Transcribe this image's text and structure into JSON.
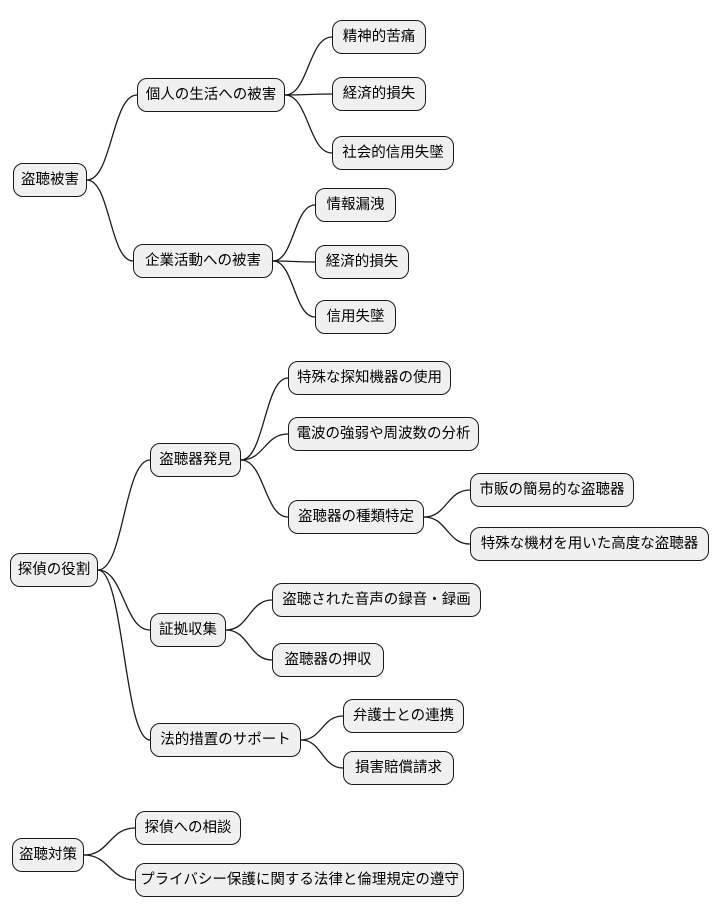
{
  "diagram": {
    "type": "mindmap-flowchart",
    "direction": "left-to-right",
    "colors": {
      "background": "#ffffff",
      "node_fill": "#f0f0f0",
      "node_border": "#1a1a1a",
      "edge_stroke": "#1a1a1a",
      "text": "#000000"
    },
    "nodes": [
      {
        "id": "n1",
        "label": "盗聴被害"
      },
      {
        "id": "n2",
        "label": "個人の生活への被害"
      },
      {
        "id": "n3",
        "label": "精神的苦痛"
      },
      {
        "id": "n4",
        "label": "経済的損失"
      },
      {
        "id": "n5",
        "label": "社会的信用失墜"
      },
      {
        "id": "n6",
        "label": "企業活動への被害"
      },
      {
        "id": "n7",
        "label": "情報漏洩"
      },
      {
        "id": "n8",
        "label": "経済的損失"
      },
      {
        "id": "n9",
        "label": "信用失墜"
      },
      {
        "id": "n10",
        "label": "探偵の役割"
      },
      {
        "id": "n11",
        "label": "盗聴器発見"
      },
      {
        "id": "n12",
        "label": "特殊な探知機器の使用"
      },
      {
        "id": "n13",
        "label": "電波の強弱や周波数の分析"
      },
      {
        "id": "n14",
        "label": "盗聴器の種類特定"
      },
      {
        "id": "n15",
        "label": "市販の簡易的な盗聴器"
      },
      {
        "id": "n16",
        "label": "特殊な機材を用いた高度な盗聴器"
      },
      {
        "id": "n17",
        "label": "証拠収集"
      },
      {
        "id": "n18",
        "label": "盗聴された音声の録音・録画"
      },
      {
        "id": "n19",
        "label": "盗聴器の押収"
      },
      {
        "id": "n20",
        "label": "法的措置のサポート"
      },
      {
        "id": "n21",
        "label": "弁護士との連携"
      },
      {
        "id": "n22",
        "label": "損害賠償請求"
      },
      {
        "id": "n23",
        "label": "盗聴対策"
      },
      {
        "id": "n24",
        "label": "探偵への相談"
      },
      {
        "id": "n25",
        "label": "プライバシー保護に関する法律と倫理規定の遵守"
      }
    ],
    "edges": [
      {
        "from": "n1",
        "to": "n2"
      },
      {
        "from": "n1",
        "to": "n6"
      },
      {
        "from": "n2",
        "to": "n3"
      },
      {
        "from": "n2",
        "to": "n4"
      },
      {
        "from": "n2",
        "to": "n5"
      },
      {
        "from": "n6",
        "to": "n7"
      },
      {
        "from": "n6",
        "to": "n8"
      },
      {
        "from": "n6",
        "to": "n9"
      },
      {
        "from": "n10",
        "to": "n11"
      },
      {
        "from": "n10",
        "to": "n17"
      },
      {
        "from": "n10",
        "to": "n20"
      },
      {
        "from": "n11",
        "to": "n12"
      },
      {
        "from": "n11",
        "to": "n13"
      },
      {
        "from": "n11",
        "to": "n14"
      },
      {
        "from": "n14",
        "to": "n15"
      },
      {
        "from": "n14",
        "to": "n16"
      },
      {
        "from": "n17",
        "to": "n18"
      },
      {
        "from": "n17",
        "to": "n19"
      },
      {
        "from": "n20",
        "to": "n21"
      },
      {
        "from": "n20",
        "to": "n22"
      },
      {
        "from": "n23",
        "to": "n24"
      },
      {
        "from": "n23",
        "to": "n25"
      }
    ]
  }
}
